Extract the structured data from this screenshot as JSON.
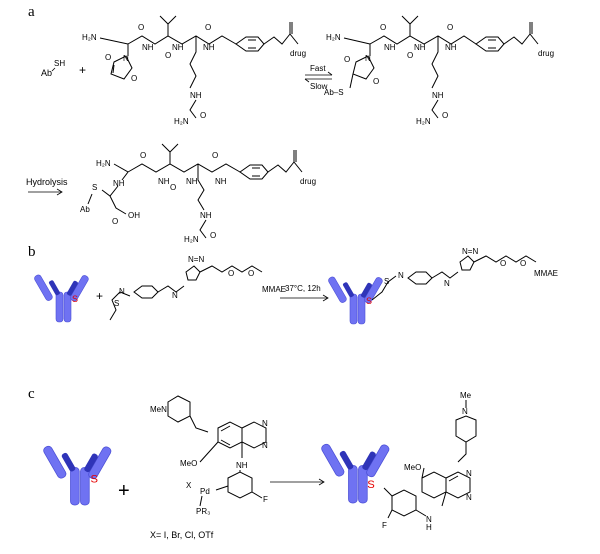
{
  "panels": {
    "a": {
      "label": "a",
      "reagent_ab": "Ab",
      "reagent_sh": "SH",
      "plus": "+",
      "h2n": "H₂N",
      "nh": "NH",
      "h": "H",
      "n": "N",
      "o": "O",
      "drug": "drug",
      "fast": "Fast",
      "slow": "Slow",
      "ab_s": "Ab–S",
      "hydrolysis": "Hydrolysis",
      "s": "S",
      "ab": "Ab",
      "oh": "OH",
      "h2n_urea": "H₂N"
    },
    "b": {
      "label": "b",
      "plus": "+",
      "s": "S",
      "condition": "37°C, 12h",
      "mmae": "MMAE",
      "n": "N",
      "o": "O",
      "so2": "S",
      "nn": "N=N"
    },
    "c": {
      "label": "c",
      "plus": "+",
      "s": "S",
      "men": "MeN",
      "me": "Me",
      "n": "N",
      "meo": "MeO",
      "nh": "NH",
      "f": "F",
      "x": "X",
      "pd": "Pd",
      "pr3": "PR₃",
      "x_def": "X= I, Br, Cl, OTf",
      "h": "H"
    }
  },
  "colors": {
    "antibody": "#6f72f2",
    "antibody_dark": "#2f34b8",
    "sulfur_label": "#e60000"
  }
}
